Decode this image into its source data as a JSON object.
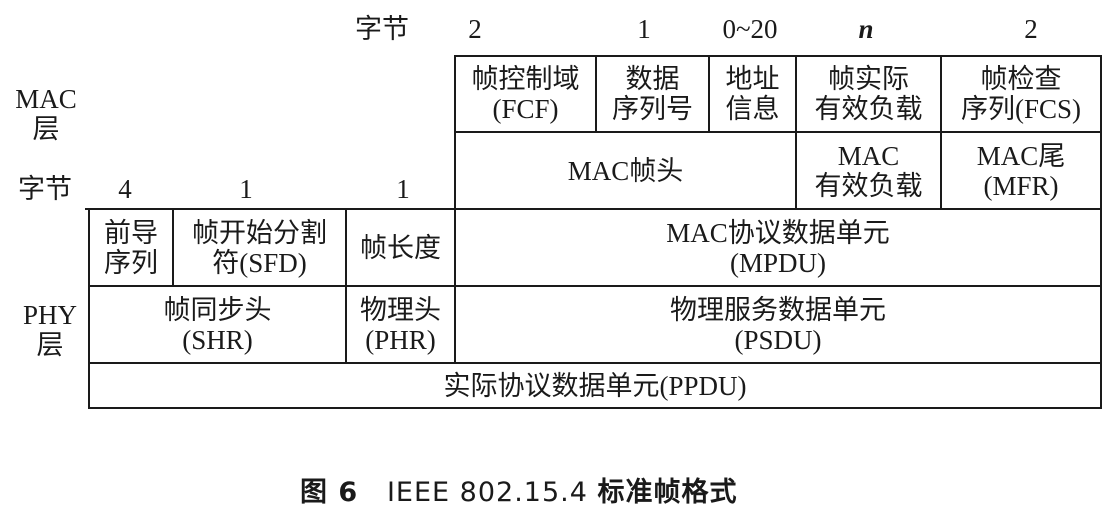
{
  "mac_layer": {
    "label_line1": "MAC",
    "label_line2": "层",
    "bytes_label": "字节",
    "byte_counts": [
      "2",
      "1",
      "0~20",
      "n",
      "2"
    ],
    "fields": [
      {
        "line1": "帧控制域",
        "line2": "(FCF)"
      },
      {
        "line1": "数据",
        "line2": "序列号"
      },
      {
        "line1": "地址",
        "line2": "信息"
      },
      {
        "line1": "帧实际",
        "line2": "有效负载"
      },
      {
        "line1": "帧检查",
        "line2": "序列(FCS)"
      }
    ],
    "groups": [
      {
        "line1": "MAC帧头",
        "line2": ""
      },
      {
        "line1": "MAC",
        "line2": "有效负载"
      },
      {
        "line1": "MAC尾",
        "line2": "(MFR)"
      }
    ]
  },
  "phy_layer": {
    "label_line1": "PHY",
    "label_line2": "层",
    "bytes_label": "字节",
    "byte_counts": [
      "4",
      "1",
      "1"
    ],
    "fields": [
      {
        "line1": "前导",
        "line2": "序列"
      },
      {
        "line1": "帧开始分割",
        "line2": "符(SFD)"
      },
      {
        "line1": "帧长度",
        "line2": ""
      },
      {
        "line1": "MAC协议数据单元",
        "line2": "(MPDU)"
      }
    ],
    "groups": [
      {
        "line1": "帧同步头",
        "line2": "(SHR)"
      },
      {
        "line1": "物理头",
        "line2": "(PHR)"
      },
      {
        "line1": "物理服务数据单元",
        "line2": "(PSDU)"
      }
    ],
    "ppdu": "实际协议数据单元(PPDU)"
  },
  "caption": {
    "prefix": "图 6",
    "standard": "IEEE 802.15.4",
    "title": "标准帧格式"
  }
}
